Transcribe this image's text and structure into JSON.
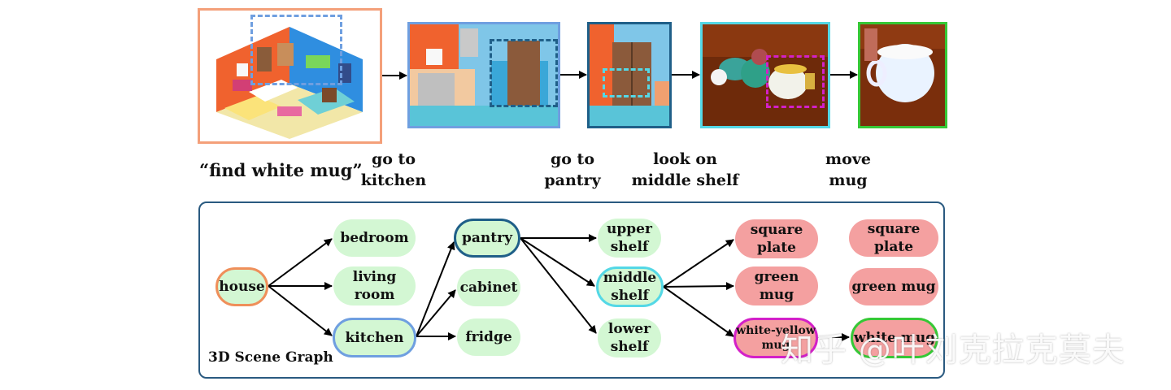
{
  "query": "“find white mug”",
  "steps": [
    {
      "label": "go to\nkitchen"
    },
    {
      "label": "go to\npantry"
    },
    {
      "label": "look on\nmiddle shelf"
    },
    {
      "label": "move\nmug"
    }
  ],
  "frame_colors": {
    "house": "#f4a07a",
    "kitchen": "#6f9fe0",
    "pantry": "#1f5f88",
    "shelf": "#54d8e6",
    "mug": "#36c836",
    "target_dash": "#d320c8"
  },
  "graph": {
    "title": "3D Scene Graph",
    "nodes": {
      "house": "house",
      "bedroom": "bedroom",
      "living_room": "living\nroom",
      "kitchen": "kitchen",
      "pantry": "pantry",
      "cabinet": "cabinet",
      "fridge": "fridge",
      "upper_shelf": "upper\nshelf",
      "middle_shelf": "middle\nshelf",
      "lower_shelf": "lower\nshelf",
      "square_plate": "square\nplate",
      "green_mug": "green\nmug",
      "white_yellow_mug": "white-yellow\nmug",
      "square_plate_2": "square plate",
      "green_mug_2": "green mug",
      "white_mug": "white mug"
    },
    "node_colors": {
      "object_fill": "#d3f7d3",
      "goal_fill": "#f4a0a0",
      "house_border": "#ef8f5a",
      "kitchen_border": "#6f9fe0",
      "pantry_border": "#1f5f88",
      "shelf_border": "#54d8e6",
      "mug_border": "#d320c8",
      "white_mug_border": "#36c836"
    }
  },
  "watermark": "知乎 @叶刘克拉克莫夫"
}
